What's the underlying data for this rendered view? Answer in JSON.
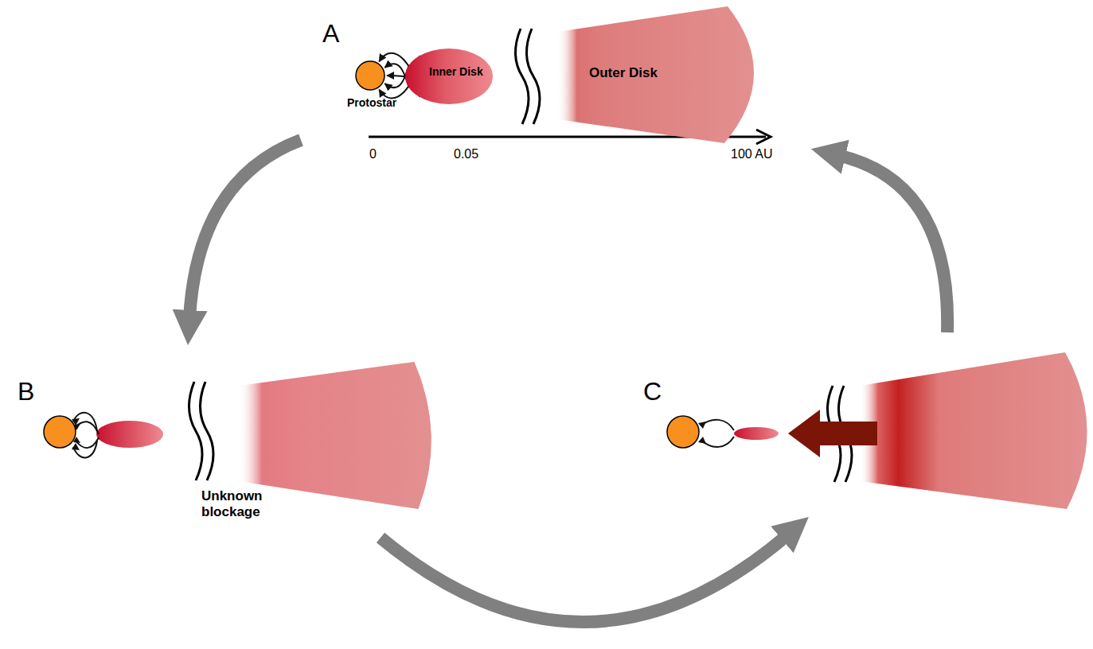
{
  "diagram": {
    "nodes": [
      {
        "text": [
          "Protostar"
        ]
      },
      {
        "text": [
          "Inner Disk"
        ]
      },
      {
        "text": [
          "Outer Disk"
        ]
      }
    ],
    "edges": [
      {
        "from": 1,
        "to": 0,
        "arrow": "to"
      }
    ],
    "labels": [
      "A",
      "0",
      "0.05",
      "100 AU",
      "B",
      "Unknown blockage",
      "C"
    ]
  }
}
